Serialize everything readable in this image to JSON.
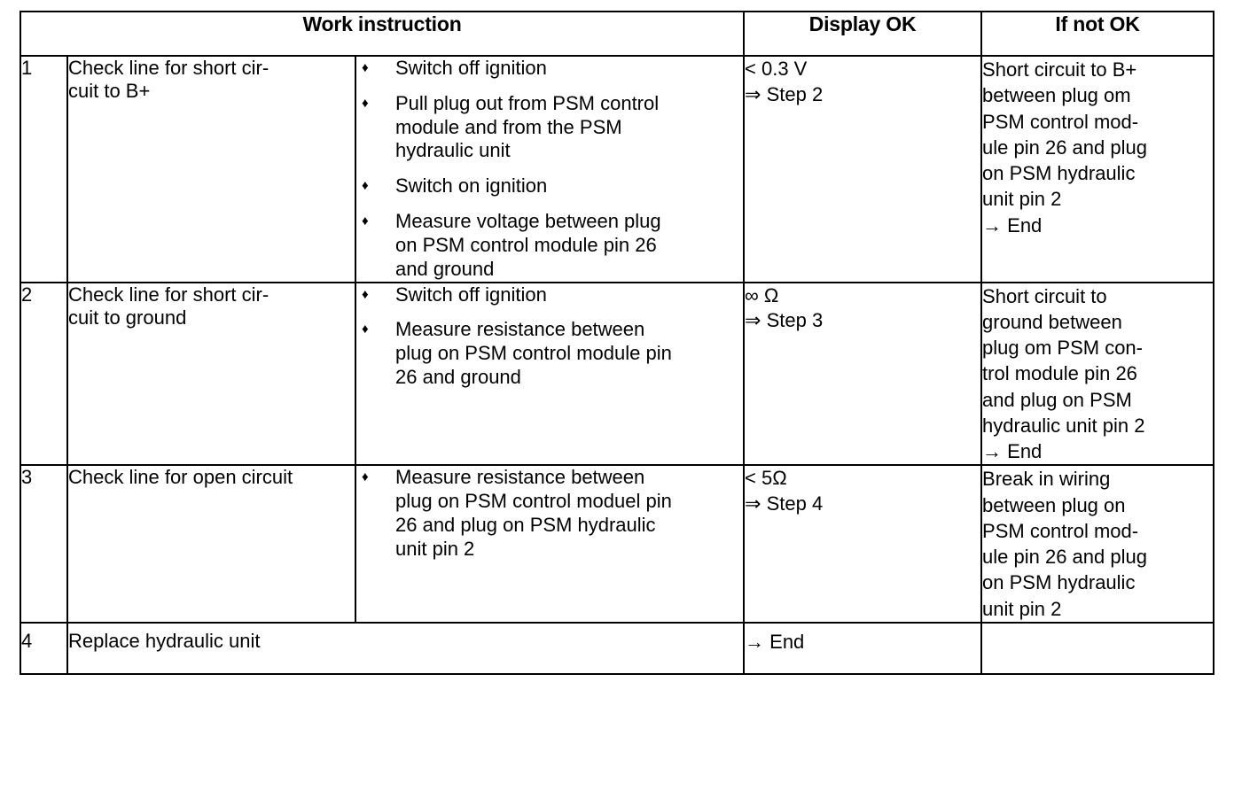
{
  "table": {
    "headers": {
      "work_instruction": "Work instruction",
      "display_ok": "Display OK",
      "if_not_ok": "If not OK"
    },
    "bullet_glyph": "♦",
    "rows": [
      {
        "no": "1",
        "instruction": [
          "Check line for short cir-",
          "cuit to B+"
        ],
        "bullets": [
          [
            "Switch off ignition"
          ],
          [
            "Pull plug out from PSM control",
            "module and from the PSM",
            "hydraulic unit"
          ],
          [
            "Switch on ignition"
          ],
          [
            "Measure voltage between plug",
            "on PSM control module pin 26",
            "and ground"
          ]
        ],
        "display_ok": [
          "< 0.3 V",
          "⇒ Step 2"
        ],
        "if_not_ok": [
          "Short circuit to B+",
          "between plug om",
          "PSM control mod-",
          "ule pin 26 and plug",
          "on PSM hydraulic",
          "unit pin 2",
          "→ End"
        ]
      },
      {
        "no": "2",
        "instruction": [
          "Check line for short cir-",
          "cuit to ground"
        ],
        "bullets": [
          [
            "Switch off ignition"
          ],
          [
            "Measure resistance between",
            "plug on PSM control module pin",
            "26 and ground"
          ]
        ],
        "display_ok": [
          "∞ Ω",
          "⇒ Step 3"
        ],
        "if_not_ok": [
          "Short circuit to",
          "ground between",
          "plug om PSM con-",
          "trol module pin 26",
          "and plug on PSM",
          "hydraulic unit pin 2",
          "→ End"
        ]
      },
      {
        "no": "3",
        "instruction": [
          "Check line for open circuit"
        ],
        "bullets": [
          [
            "Measure resistance between",
            "plug on PSM control moduel pin",
            "26 and plug on PSM hydraulic",
            "unit pin 2"
          ]
        ],
        "display_ok": [
          "< 5Ω",
          "⇒ Step 4"
        ],
        "if_not_ok": [
          "Break in wiring",
          "between plug on",
          "PSM control mod-",
          "ule pin 26 and plug",
          "on PSM hydraulic",
          "unit pin 2"
        ]
      },
      {
        "no": "4",
        "instruction": [
          "Replace hydraulic unit"
        ],
        "bullets": [],
        "display_ok": [
          "→ End"
        ],
        "if_not_ok": []
      }
    ]
  }
}
